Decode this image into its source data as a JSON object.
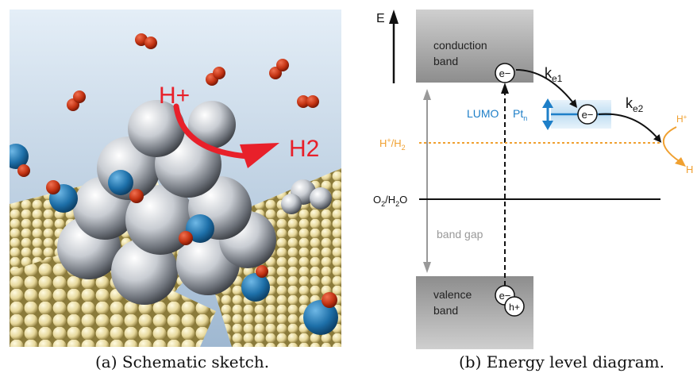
{
  "panel_a": {
    "h_plus_label": "H+",
    "h2_label": "H2",
    "caption": "(a) Schematic sketch."
  },
  "panel_b": {
    "axis_label": "E",
    "conduction_band": [
      "conduction",
      "band"
    ],
    "valence_band": [
      "valence",
      "band"
    ],
    "electron": "e−",
    "hole": "h+",
    "ke1": "ke1",
    "ke2": "ke2",
    "lumo_label": "LUMO",
    "pt_label": "Ptn",
    "hplus_h2_label": "H+/H2",
    "o2_h2o_label": "O2/H2O",
    "band_gap_label": "band gap",
    "product_hplus": "H+",
    "product_h": "H",
    "caption": "(b) Energy level diagram."
  },
  "colors": {
    "blue_accent": "#1e7fc8",
    "orange_accent": "#f0a030",
    "red_arrow": "#e8202a",
    "band_gray": "#9a9a9a"
  }
}
